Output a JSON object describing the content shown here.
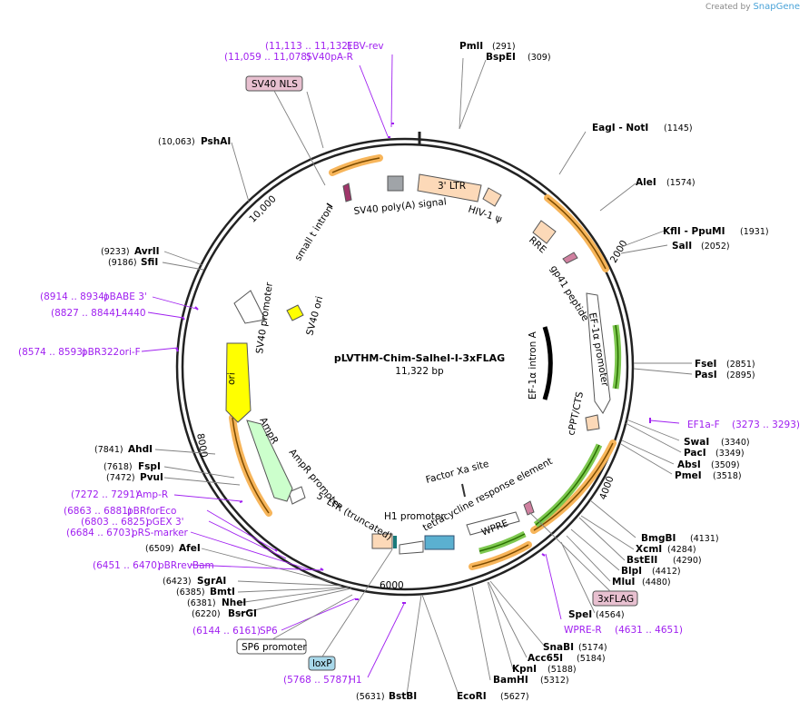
{
  "credit": {
    "prefix": "Created by",
    "brand": "SnapGene"
  },
  "plasmid": {
    "name": "pLVTHM-Chim-SalheI-I-3xFLAG",
    "size": "11,322 bp"
  },
  "ticks": [
    "2000",
    "4000",
    "6000",
    "8000",
    "10,000"
  ],
  "enzymes": [
    {
      "name": "PmlI",
      "pos": "(291)"
    },
    {
      "name": "BspEI",
      "pos": "(309)"
    },
    {
      "name": "EagI  - NotI",
      "pos": "(1145)"
    },
    {
      "name": "AleI",
      "pos": "(1574)"
    },
    {
      "name": "KflI  - PpuMI",
      "pos": "(1931)"
    },
    {
      "name": "SalI",
      "pos": "(2052)"
    },
    {
      "name": "FseI",
      "pos": "(2851)"
    },
    {
      "name": "PasI",
      "pos": "(2895)"
    },
    {
      "name": "SwaI",
      "pos": "(3340)"
    },
    {
      "name": "PacI",
      "pos": "(3349)"
    },
    {
      "name": "AbsI",
      "pos": "(3509)"
    },
    {
      "name": "PmeI",
      "pos": "(3518)"
    },
    {
      "name": "BmgBI",
      "pos": "(4131)"
    },
    {
      "name": "XcmI",
      "pos": "(4284)"
    },
    {
      "name": "BstEII",
      "pos": "(4290)"
    },
    {
      "name": "BlpI",
      "pos": "(4412)"
    },
    {
      "name": "MluI",
      "pos": "(4480)"
    },
    {
      "name": "SpeI",
      "pos": "(4564)"
    },
    {
      "name": "SnaBI",
      "pos": "(5174)"
    },
    {
      "name": "Acc65I",
      "pos": "(5184)"
    },
    {
      "name": "KpnI",
      "pos": "(5188)"
    },
    {
      "name": "BamHI",
      "pos": "(5312)"
    },
    {
      "name": "EcoRI",
      "pos": "(5627)"
    },
    {
      "name": "BstBI",
      "pos": "(5631)"
    },
    {
      "name": "BsrGI",
      "pos": "(6220)"
    },
    {
      "name": "NheI",
      "pos": "(6381)"
    },
    {
      "name": "BmtI",
      "pos": "(6385)"
    },
    {
      "name": "SgrAI",
      "pos": "(6423)"
    },
    {
      "name": "AfeI",
      "pos": "(6509)"
    },
    {
      "name": "PvuI",
      "pos": "(7472)"
    },
    {
      "name": "FspI",
      "pos": "(7618)"
    },
    {
      "name": "AhdI",
      "pos": "(7841)"
    },
    {
      "name": "SfiI",
      "pos": "(9186)"
    },
    {
      "name": "AvrII",
      "pos": "(9233)"
    },
    {
      "name": "PshAI",
      "pos": "(10,063)"
    }
  ],
  "primers": [
    {
      "name": "EBV-rev",
      "range": "(11,113 .. 11,132)"
    },
    {
      "name": "SV40pA-R",
      "range": "(11,059 .. 11,078)"
    },
    {
      "name": "pBABE 3'",
      "range": "(8914 .. 8934)"
    },
    {
      "name": "L4440",
      "range": "(8827 .. 8844)"
    },
    {
      "name": "pBR322ori-F",
      "range": "(8574 .. 8593)"
    },
    {
      "name": "EF1a-F",
      "range": "(3273 .. 3293)"
    },
    {
      "name": "WPRE-R",
      "range": "(4631 .. 4651)"
    },
    {
      "name": "Amp-R",
      "range": "(7272 .. 7291)"
    },
    {
      "name": "pBRforEco",
      "range": "(6863 .. 6881)"
    },
    {
      "name": "pGEX 3'",
      "range": "(6803 .. 6825)"
    },
    {
      "name": "pRS-marker",
      "range": "(6684 .. 6703)"
    },
    {
      "name": "pBRrevBam",
      "range": "(6451 .. 6470)"
    },
    {
      "name": "SP6",
      "range": "(6144 .. 6161)"
    },
    {
      "name": "H1",
      "range": "(5768 .. 5787)"
    }
  ],
  "boxed": [
    "SV40 NLS",
    "3xFLAG",
    "SP6 promoter",
    "loxP"
  ],
  "features": {
    "ltr3": "3' LTR",
    "hiv_psi": "HIV-1 ψ",
    "sv40pa": "SV40 poly(A) signal",
    "small_t": "small t intron",
    "rre": "RRE",
    "gp41": "gp41 peptide",
    "ef1a_prom": "EF-1α promoter",
    "ef1a_intron": "EF-1α intron A",
    "cppt": "cPPT/CTS",
    "sv40_prom": "SV40 promoter",
    "sv40_ori": "SV40 ori",
    "ori": "ori",
    "ampr": "AmpR",
    "ampr_prom": "AmpR promoter",
    "ltr5": "5' LTR (truncated)",
    "h1_prom": "H1 promoter",
    "tre": "tetracycline response element",
    "wpre": "WPRE",
    "factor_xa": "Factor Xa site"
  },
  "colors": {
    "backbone": "#222222",
    "enzyme_line": "#808080",
    "primer": "#a020f0",
    "orange_arrow": "#f7b55a",
    "green_arrow": "#7ec850",
    "ltr": "#fcd9b8",
    "ori": "#ffff00",
    "ampr": "#ccffcc",
    "boxed_pink": "#e8c0d0",
    "loxp": "#a8d8ea"
  }
}
